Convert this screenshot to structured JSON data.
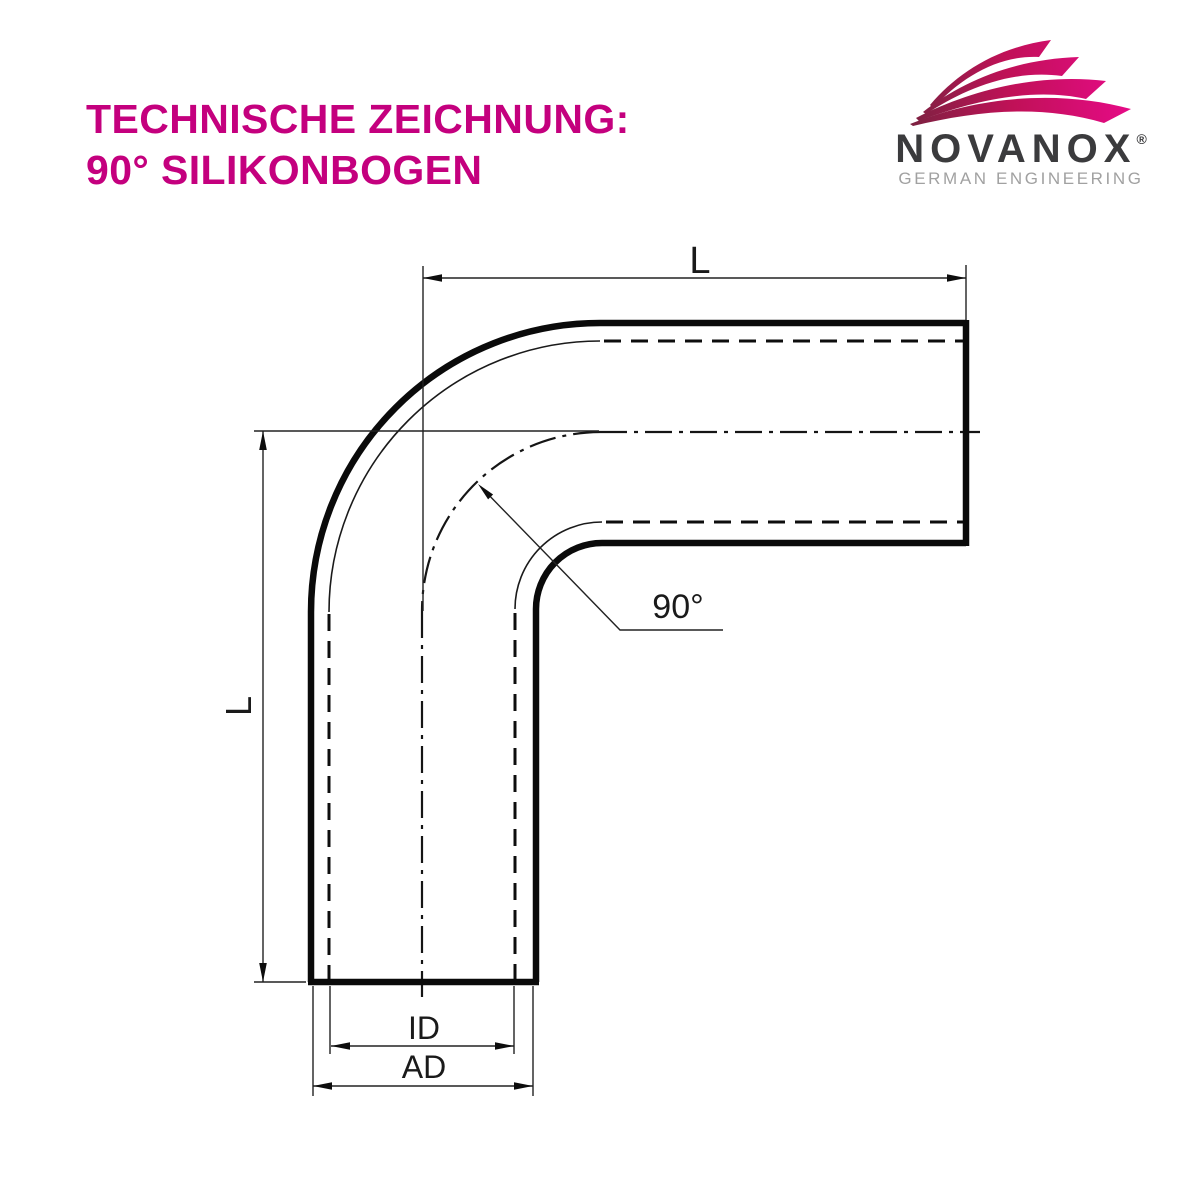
{
  "page": {
    "background": "#ffffff"
  },
  "title": {
    "line1": "TECHNISCHE ZEICHNUNG:",
    "line2": "90° SILIKONBOGEN",
    "color": "#c4007e"
  },
  "logo": {
    "name": "NOVANOX",
    "registered": "®",
    "tagline": "GERMAN ENGINEERING",
    "name_color": "#3b3b3d",
    "tagline_color": "#a1a1a1",
    "swoosh_color_start": "#7a2240",
    "swoosh_color_mid": "#c01157",
    "swoosh_color_end": "#ea0a8c"
  },
  "drawing": {
    "type": "technical-drawing-90-degree-silicone-elbow",
    "line_color": "#0d0d0d",
    "labels": {
      "length_horizontal": "L",
      "length_vertical": "L",
      "angle": "90°",
      "inner_diameter": "ID",
      "outer_diameter": "AD"
    }
  }
}
